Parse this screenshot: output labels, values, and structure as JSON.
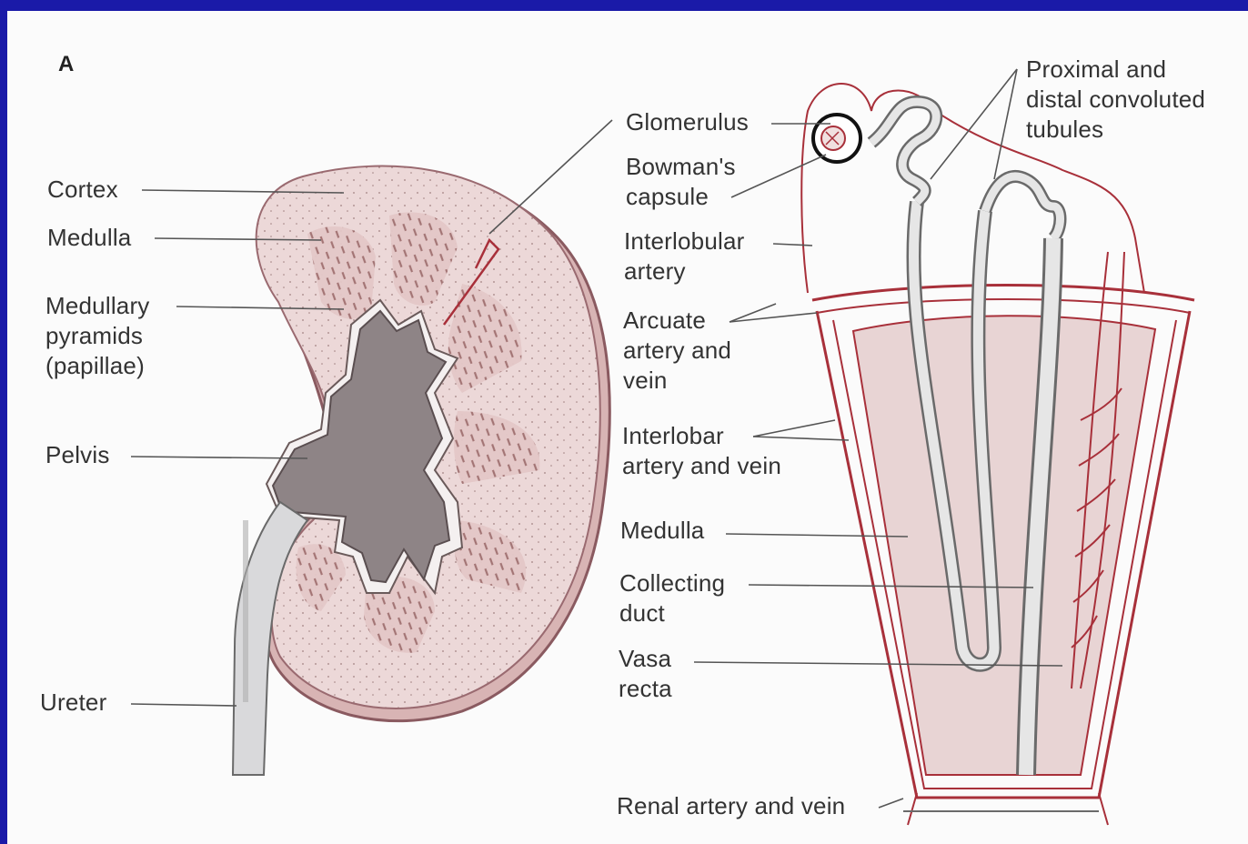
{
  "panel_letter": "A",
  "left_labels": {
    "cortex": "Cortex",
    "medulla": "Medulla",
    "medullary_pyramids": "Medullary\npyramids\n(papillae)",
    "pelvis": "Pelvis",
    "ureter": "Ureter"
  },
  "right_labels": {
    "glomerulus": "Glomerulus",
    "bowmans_capsule": "Bowman's\ncapsule",
    "interlobular_artery": "Interlobular\nartery",
    "arcuate": "Arcuate\nartery and\nvein",
    "interlobar": "Interlobar\nartery and vein",
    "medulla": "Medulla",
    "collecting_duct": "Collecting\nduct",
    "vasa_recta": "Vasa\nrecta",
    "renal_artery_vein": "Renal artery and vein",
    "tubules": "Proximal and\ndistal convoluted\ntubules"
  },
  "colors": {
    "frame": "#1a1aa8",
    "kidney_fill": "#ecd8d8",
    "vessel": "#a8303a",
    "pelvis_fill": "#8e8486",
    "tubule_fill": "#e6e6e6"
  }
}
